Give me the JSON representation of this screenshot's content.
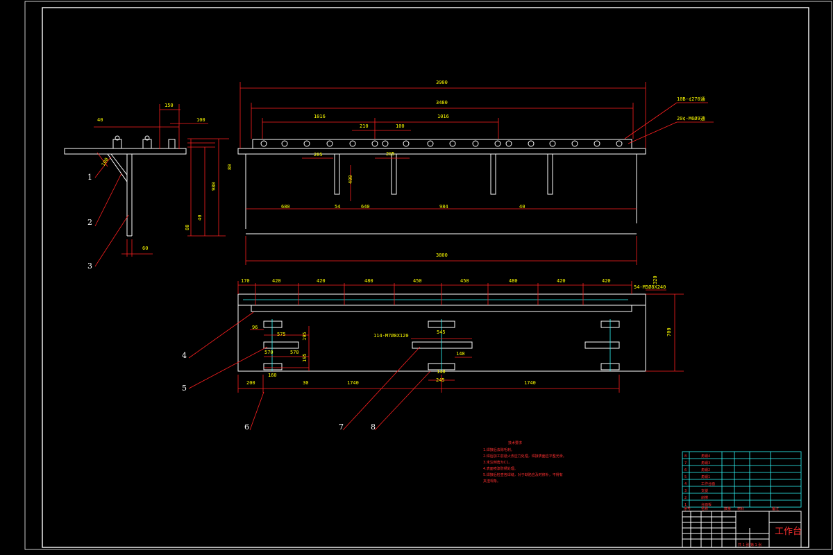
{
  "views": {
    "side": {
      "dims": {
        "d150": "150",
        "d40": "40",
        "d100": "100",
        "d100v": "100",
        "d80": "80",
        "d980": "980",
        "d40b": "40",
        "d80b": "80",
        "d60": "60"
      },
      "labels": [
        "1",
        "2",
        "3"
      ]
    },
    "front": {
      "dims": {
        "d3900": "3900",
        "d3480": "3480",
        "d1016a": "1016",
        "d210": "210",
        "d100": "100",
        "d1016b": "1016",
        "d205a": "205",
        "d205b": "205",
        "d400": "400",
        "d680": "680",
        "d54": "54",
        "d640": "640",
        "d984": "984",
        "d40": "40",
        "d3800": "3800"
      },
      "callouts": {
        "holesA": "10B-¢270通",
        "holesB": "20¢-M6Ø9通"
      }
    },
    "top": {
      "top_dims": [
        "170",
        "420",
        "420",
        "480",
        "450",
        "450",
        "480",
        "420",
        "420"
      ],
      "dims": {
        "d320": "320",
        "d700": "700",
        "d96": "96",
        "d575": "575",
        "d195": "195",
        "d570a": "570",
        "d570b": "570",
        "d195b": "195",
        "d545": "545",
        "d148": "148",
        "d140": "140",
        "d245": "245",
        "d200": "200",
        "d160": "160",
        "d30": "30",
        "d1740a": "1740",
        "d1740b": "1740"
      },
      "callouts": {
        "right": "54-M5Ø8X240",
        "middle": "114-M7Ø8X120"
      },
      "labels": [
        "4",
        "5",
        "6",
        "7",
        "8"
      ]
    }
  },
  "notes": {
    "title": "技术要求",
    "lines": [
      "1.焊接后去除毛刺。",
      "2.焊后加工前退火去应力处理，焊接表面应平整光滑。",
      "3.未注倒角为C1。",
      "4.表面喷漆防锈处理。",
      "5.焊接后检查各焊缝，对于缺陷应及时修补，不得有",
      "夹渣现象。"
    ]
  },
  "title_block": {
    "title": "工作台",
    "parts": [
      {
        "no": "8",
        "name": "角钢4"
      },
      {
        "no": "7",
        "name": "角钢3"
      },
      {
        "no": "6",
        "name": "角钢2"
      },
      {
        "no": "5",
        "name": "角钢1"
      },
      {
        "no": "4",
        "name": "工作台面"
      },
      {
        "no": "3",
        "name": "支腿"
      },
      {
        "no": "2",
        "name": "斜撑"
      },
      {
        "no": "1",
        "name": "台面板"
      }
    ],
    "header": {
      "no": "序号",
      "name": "名称",
      "qty": "数量",
      "mat": "材料",
      "note": "备注"
    },
    "sheet": "共 1 张 第 1 张"
  }
}
